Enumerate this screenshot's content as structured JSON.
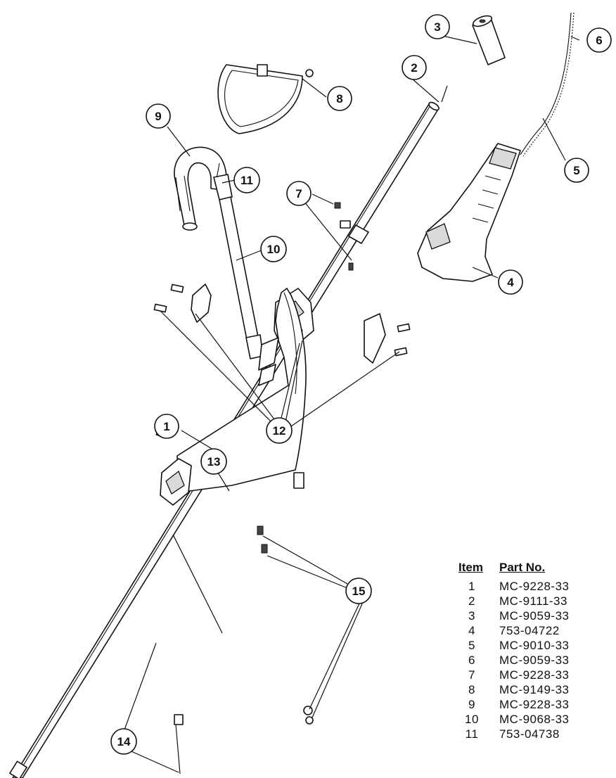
{
  "callouts": [
    "1",
    "2",
    "3",
    "4",
    "5",
    "6",
    "7",
    "8",
    "9",
    "10",
    "11",
    "12",
    "13",
    "14",
    "15"
  ],
  "parts_table": {
    "header_item": "Item",
    "header_part": "Part No.",
    "rows": [
      {
        "item": "1",
        "part": "MC-9228-33"
      },
      {
        "item": "2",
        "part": "MC-9111-33"
      },
      {
        "item": "3",
        "part": "MC-9059-33"
      },
      {
        "item": "4",
        "part": "753-04722"
      },
      {
        "item": "5",
        "part": "MC-9010-33"
      },
      {
        "item": "6",
        "part": "MC-9059-33"
      },
      {
        "item": "7",
        "part": "MC-9228-33"
      },
      {
        "item": "8",
        "part": "MC-9149-33"
      },
      {
        "item": "9",
        "part": "MC-9228-33"
      },
      {
        "item": "10",
        "part": "MC-9068-33"
      },
      {
        "item": "11",
        "part": "753-04738"
      }
    ]
  }
}
